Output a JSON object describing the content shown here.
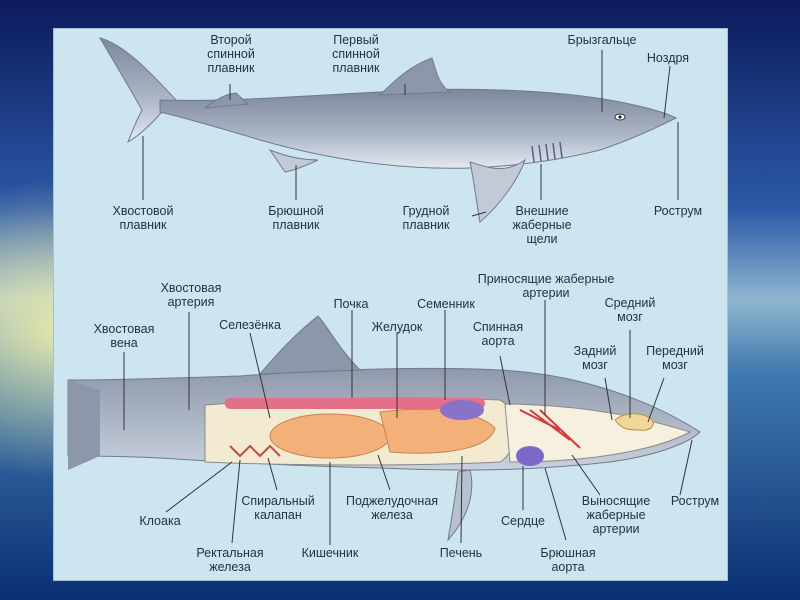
{
  "colors": {
    "panel": "#cde5ef",
    "shark_body": "#9aa6b8",
    "shark_belly": "#dfe5ee",
    "gut": "#f4b079",
    "kidney": "#e36f88",
    "heart": "#7b68c8",
    "vessel_red": "#d83838",
    "label_text": "#223344"
  },
  "external": {
    "second_dorsal": "Второй\nспинной\nплавник",
    "first_dorsal": "Первый\nспинной\nплавник",
    "spiracle": "Брызгальце",
    "nostril": "Ноздря",
    "caudal_fin": "Хвостовой\nплавник",
    "pelvic_fin": "Брюшной\nплавник",
    "pectoral_fin": "Грудной\nплавник",
    "gill_slits": "Внешние\nжаберные\nщели",
    "rostrum": "Рострум"
  },
  "internal": {
    "caudal_artery": "Хвостовая\nартерия",
    "caudal_vein": "Хвостовая\nвена",
    "spleen": "Селезёнка",
    "kidney": "Почка",
    "stomach": "Желудок",
    "testis": "Семенник",
    "afferent_arteries": "Приносящие жаберные\nартерии",
    "dorsal_aorta": "Спинная\nаорта",
    "midbrain": "Средний\nмозг",
    "hindbrain": "Задний\nмозг",
    "forebrain": "Передний\nмозг",
    "cloaca": "Клоака",
    "spiral_valve": "Спиральный\nкалапан",
    "pancreas": "Поджелудочная\nжелеза",
    "heart": "Сердце",
    "efferent_arteries": "Выносящие\nжаберные\nартерии",
    "rostrum": "Рострум",
    "rectal_gland": "Ректальная\nжелеза",
    "intestine": "Кишечник",
    "liver": "Печень",
    "ventral_aorta": "Брюшная\nаорта"
  }
}
